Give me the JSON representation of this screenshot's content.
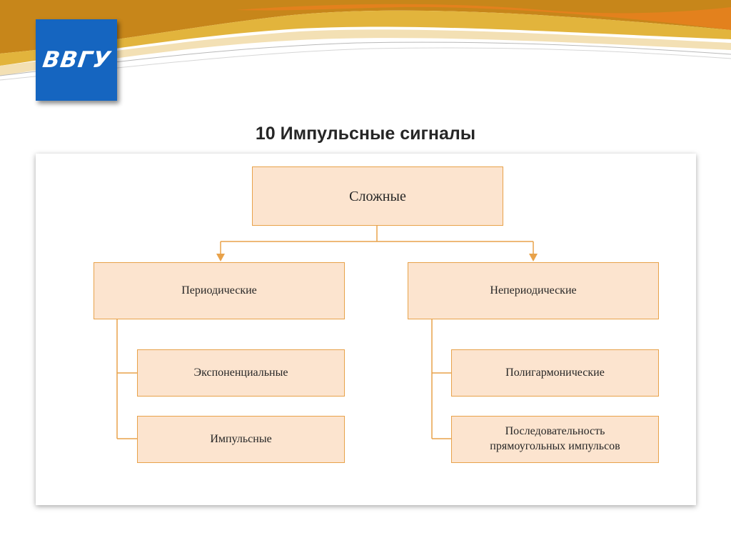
{
  "logo": {
    "text": "ВВГУ"
  },
  "slide": {
    "title": "10 Импульсные сигналы"
  },
  "diagram": {
    "root": "Сложные",
    "left": {
      "label": "Периодические",
      "children": [
        "Экспоненциальные",
        "Импульсные"
      ]
    },
    "right": {
      "label": "Непериодические",
      "children": [
        "Полигармонические",
        "Последовательность\nпрямоугольных импульсов"
      ]
    }
  },
  "colors": {
    "node_fill": "#fce4cf",
    "node_border": "#e8a24a",
    "connector": "#e8a24a",
    "logo_bg": "#1565c0",
    "wave_gold": "#d8a522",
    "wave_orange": "#e8801e"
  }
}
